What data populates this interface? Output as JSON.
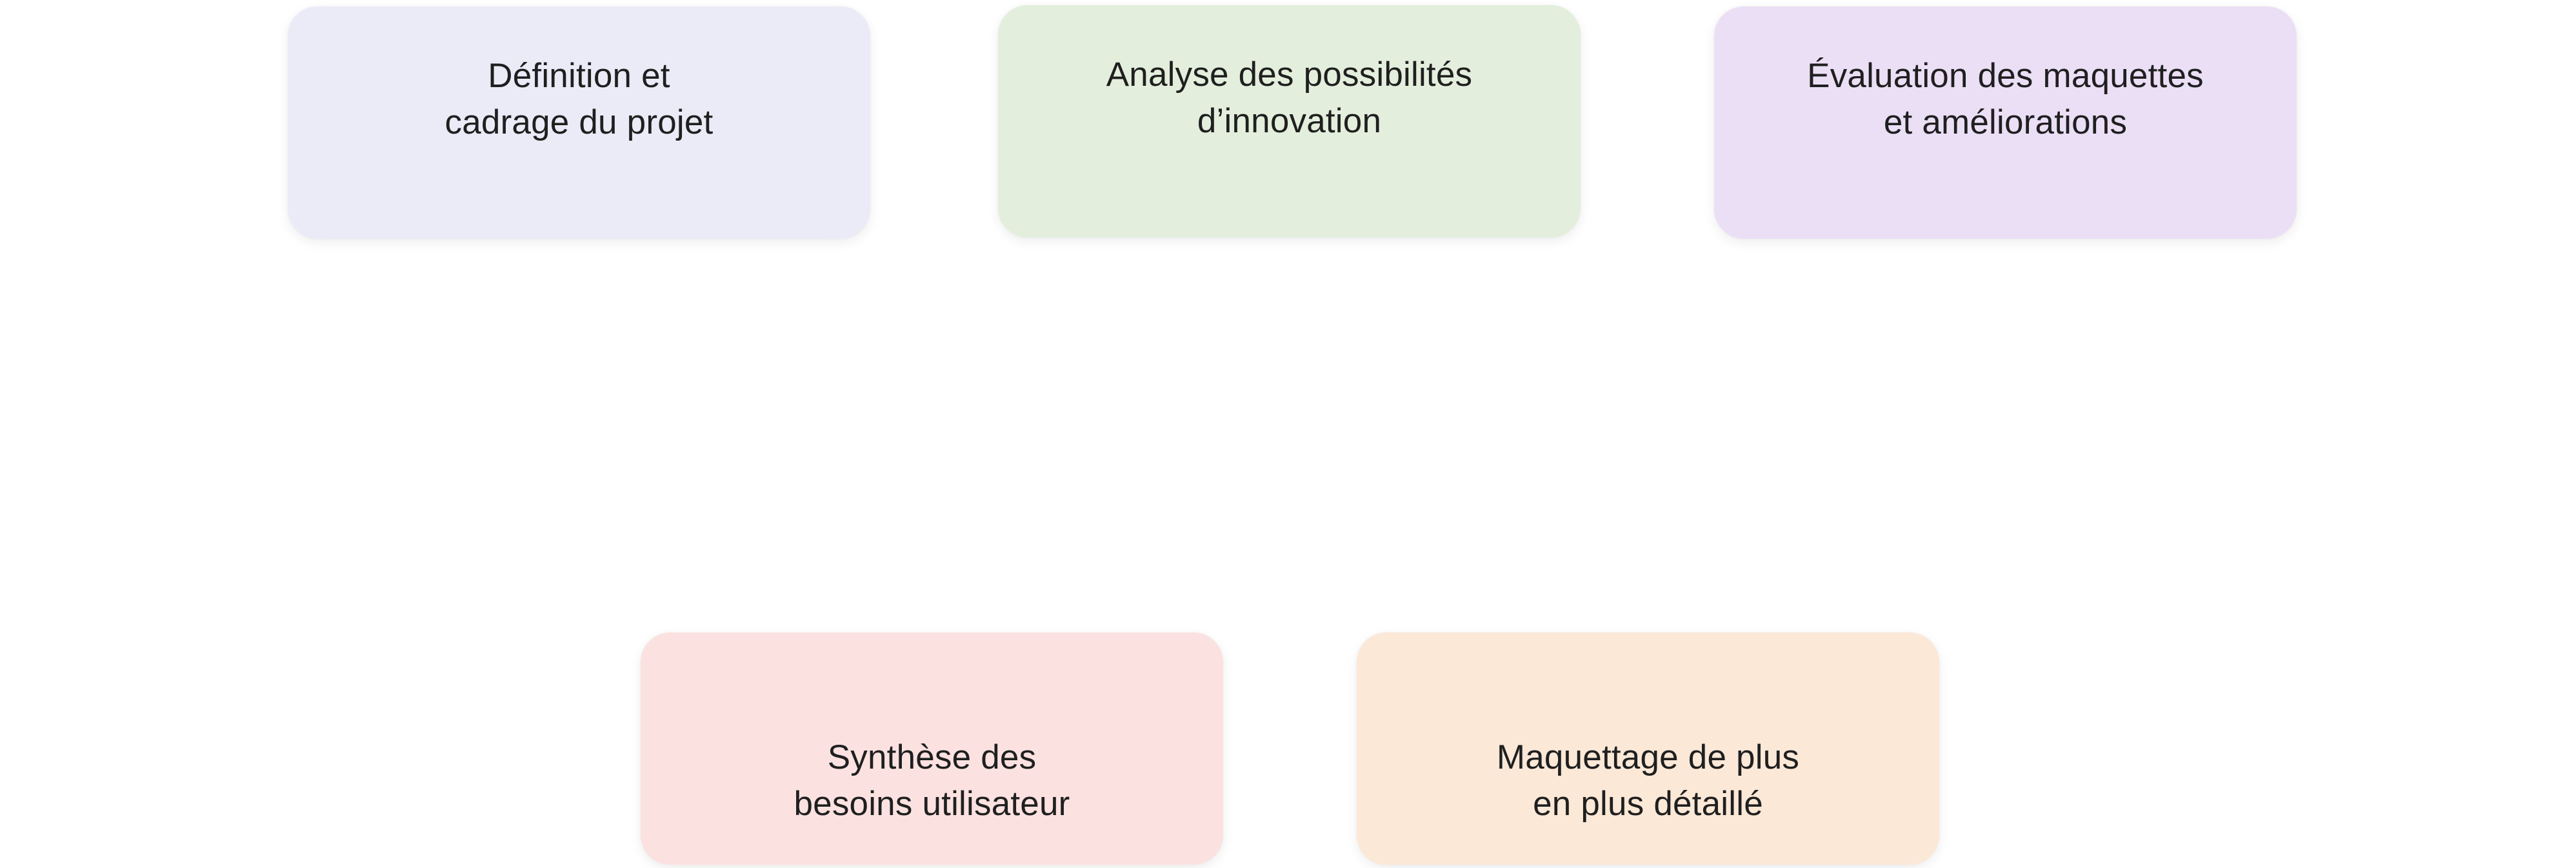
{
  "diagram": {
    "background_color": "#FFFFFF",
    "text_color": "#1F1F1F",
    "boxes": [
      {
        "id": "definition-cadrage",
        "lines": [
          "Définition et",
          "cadrage du projet"
        ],
        "color": "#EBEBF8"
      },
      {
        "id": "analyse-innovation",
        "lines": [
          "Analyse des possibilités",
          "d’innovation"
        ],
        "color": "#E3EEDD"
      },
      {
        "id": "evaluation-maquettes",
        "lines": [
          "Évaluation des maquettes",
          "et améliorations"
        ],
        "color": "#EBDFF6"
      },
      {
        "id": "synthese-besoins",
        "lines": [
          "Synthèse des",
          "besoins utilisateur"
        ],
        "color": "#FBE2E1"
      },
      {
        "id": "maquettage-detaille",
        "lines": [
          "Maquettage de plus",
          "en plus détaillé"
        ],
        "color": "#FCE8D7"
      }
    ]
  }
}
